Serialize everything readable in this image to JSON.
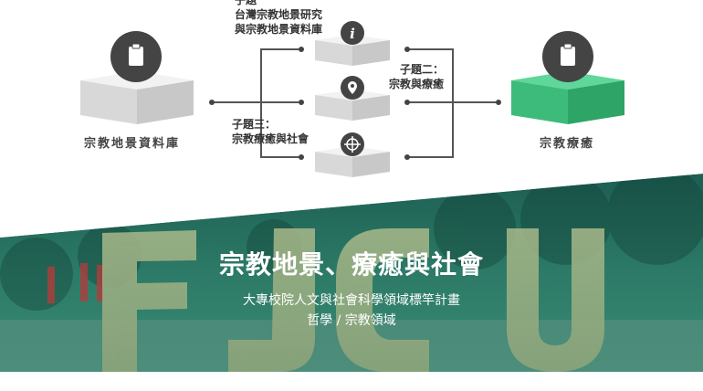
{
  "diagram": {
    "topic1_line1": "子題",
    "topic1_line2": "台灣宗教地景研究",
    "topic1_line3": "與宗教地景資料庫",
    "topic2_line1": "子題二：",
    "topic2_line2": "宗教與療癒",
    "topic3_line1": "子題三：",
    "topic3_line2": "宗教療癒與社會",
    "left_node": "宗教地景資料庫",
    "right_node": "宗教療癒",
    "icons": [
      "clipboard-icon",
      "info-icon",
      "location-pin-icon",
      "crosshair-icon",
      "clipboard-icon"
    ],
    "colors": {
      "gray_box": "#e5e5e5",
      "green_box": "#3dbb7a",
      "icon_circle": "#444444"
    }
  },
  "hero": {
    "title": "宗教地景、療癒與社會",
    "subtitle_line1": "大專校院人文與社會科學領域標竿計畫",
    "subtitle_line2": "哲學 / 宗教領域",
    "overlay_color": "#1f6b5d"
  }
}
